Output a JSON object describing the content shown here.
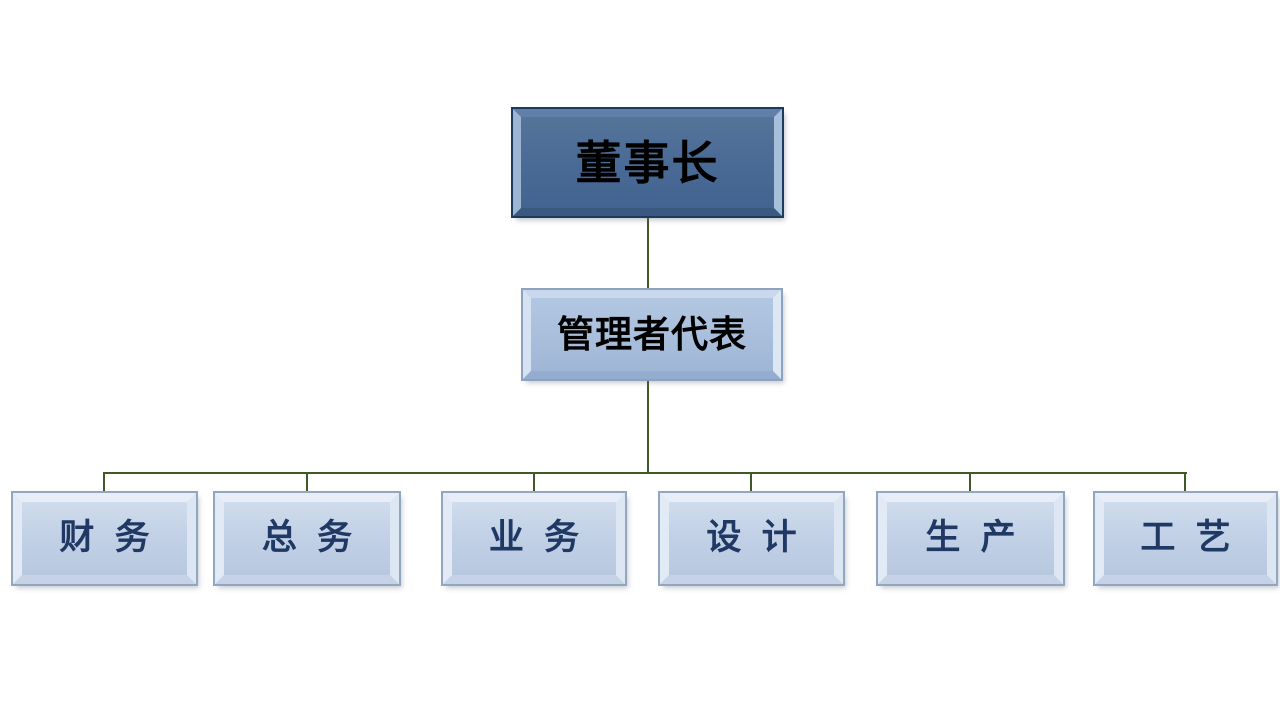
{
  "page": {
    "type": "organization-chart-slide",
    "background_color": "#ffffff"
  },
  "chart": {
    "connector_color": "#3f5a27",
    "root": {
      "label": "董事长",
      "fill": "#4a6b96",
      "border_color": "#1d3a5e",
      "text_color": "#000000"
    },
    "manager": {
      "label": "管理者代表",
      "fill": "#a9bfdc",
      "border_color": "#8da1c0",
      "text_color": "#000000"
    },
    "departments": {
      "fill": "#c2d1e6",
      "border_color": "#93a6bf",
      "text_color": "#1f3864",
      "items": [
        {
          "label": "财 务"
        },
        {
          "label": "总 务"
        },
        {
          "label": "业 务"
        },
        {
          "label": "设 计"
        },
        {
          "label": "生 产"
        },
        {
          "label": "工 艺"
        }
      ]
    }
  }
}
